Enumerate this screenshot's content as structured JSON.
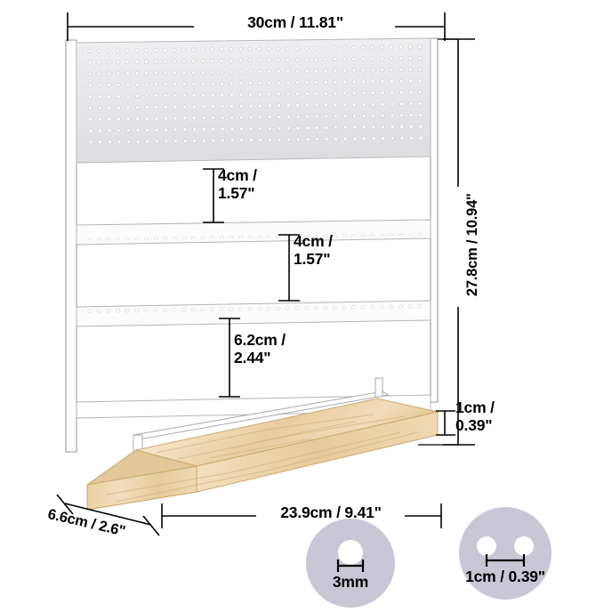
{
  "product": {
    "name": "earring-display-stand",
    "colors": {
      "panel": "#e9e9ec",
      "panel_light": "#f3f3f5",
      "frame_white": "#ffffff",
      "wood_light": "#f3dec0",
      "wood_mid": "#e8cda2",
      "wood_dark": "#d9b77e",
      "hole": "#ffffff",
      "outline": "#000000",
      "callout_bg": "#c9c7d6"
    }
  },
  "dimensions": {
    "top_width": "30cm / 11.81\"",
    "right_height": "27.8cm / 10.94\"",
    "overall_height": "27.8cm / 10.94\"",
    "row_gap_1": "4cm /\n1.57\"",
    "row_gap_2": "4cm /\n1.57\"",
    "row_gap_3": "6.2cm /\n2.44\"",
    "base_thickness": "1cm /\n0.39\"",
    "base_length": "23.9cm / 9.41\"",
    "base_depth": "6.6cm / 2.6\""
  },
  "callouts": [
    {
      "name": "hole-diameter-callout",
      "label": "3mm"
    },
    {
      "name": "hole-spacing-callout",
      "label": "1cm / 0.39\""
    }
  ],
  "grid": {
    "panel_rows": 9,
    "panel_cols": 33,
    "bar_rows": 3,
    "bar_cols": 33
  }
}
